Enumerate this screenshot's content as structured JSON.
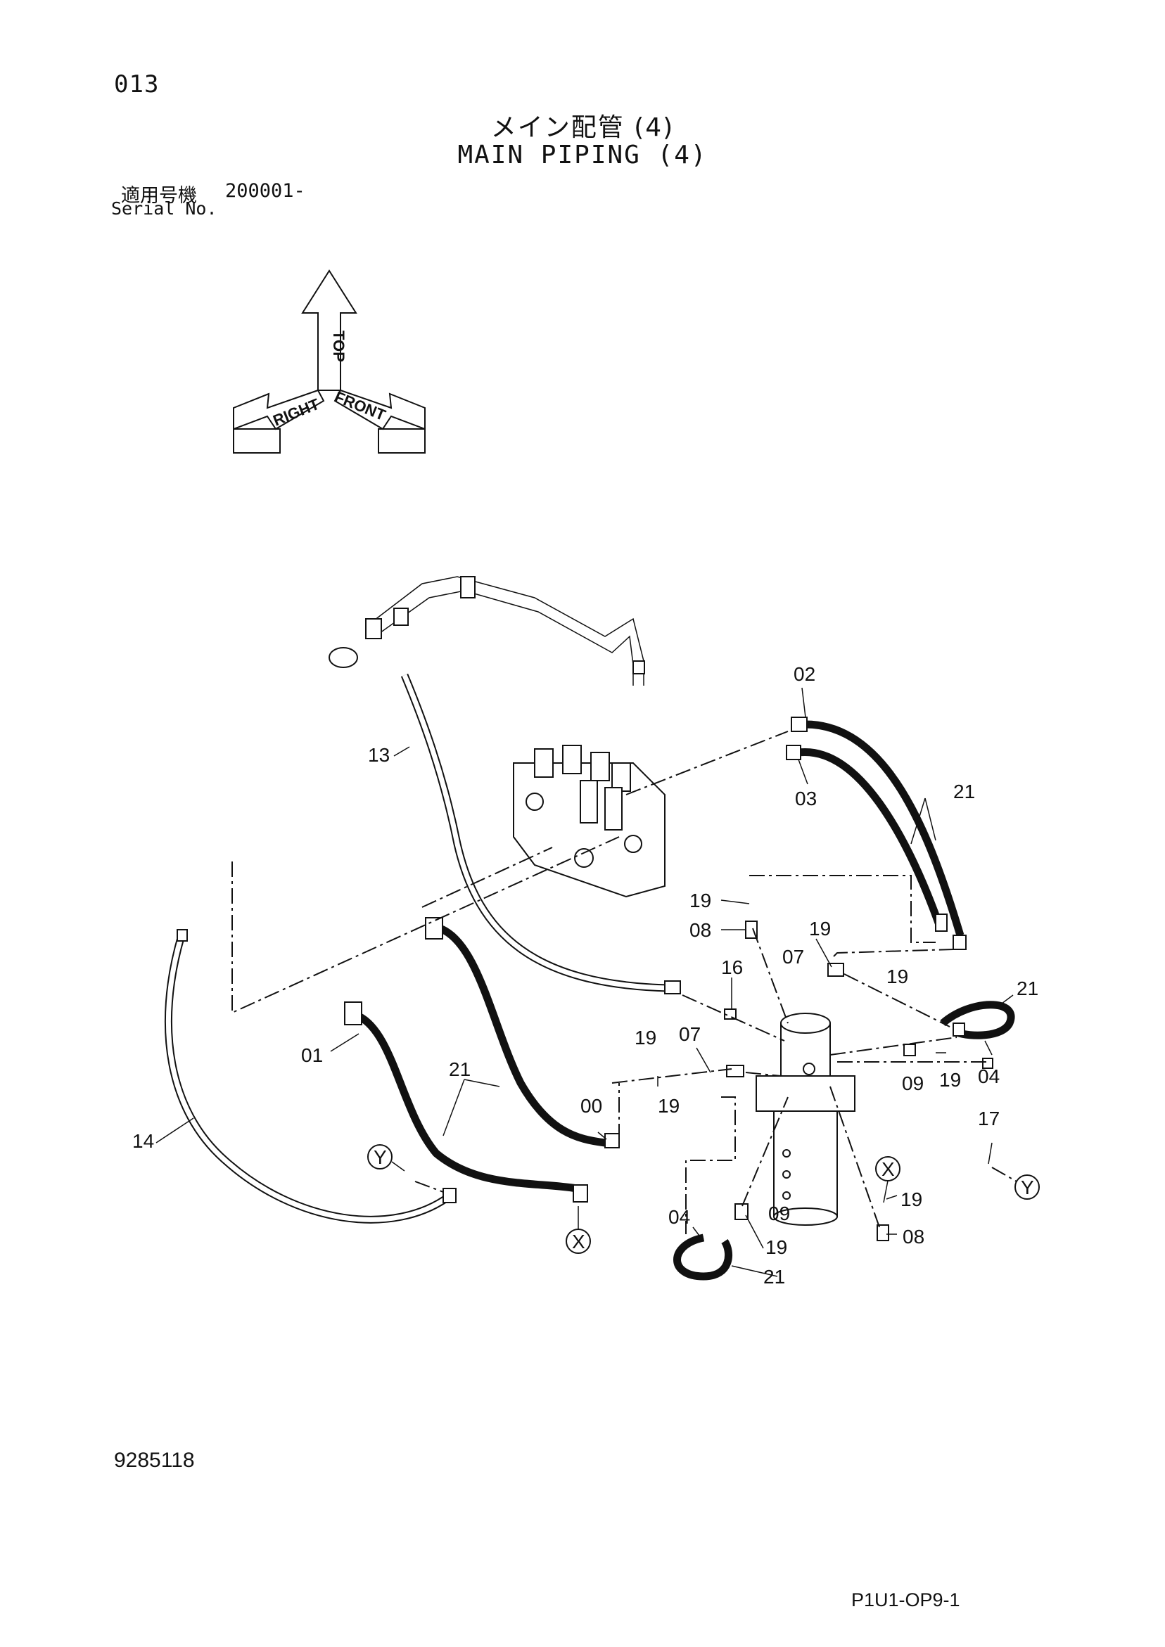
{
  "header": {
    "page_number": "013",
    "title_jp": "メイン配管 (4)",
    "title_en": "MAIN PIPING (4)",
    "serial_label_jp": "適用号機",
    "serial_range": "200001-",
    "serial_label_en": "Serial No."
  },
  "orientation": {
    "top": "TOP",
    "right": "RIGHT",
    "front": "FRONT"
  },
  "callouts": {
    "c02": "02",
    "c03": "03",
    "c13": "13",
    "c21a": "21",
    "c19a": "19",
    "c08a": "08",
    "c19b": "19",
    "c07a": "07",
    "c19c": "19",
    "c16": "16",
    "c21b": "21",
    "c01": "01",
    "c21c": "21",
    "c19d": "19",
    "c07b": "07",
    "c09a": "09",
    "c19e": "19",
    "c04a": "04",
    "c00": "00",
    "c19f": "19",
    "c17": "17",
    "c14": "14",
    "c04b": "04",
    "c09b": "09",
    "c19g": "19",
    "c19h": "19",
    "c08b": "08",
    "c21d": "21"
  },
  "refs": {
    "y_left": "Y",
    "x_left": "X",
    "x_right": "X",
    "y_right": "Y"
  },
  "footer": {
    "doc_id": "9285118",
    "code_id": "P1U1-OP9-1"
  }
}
